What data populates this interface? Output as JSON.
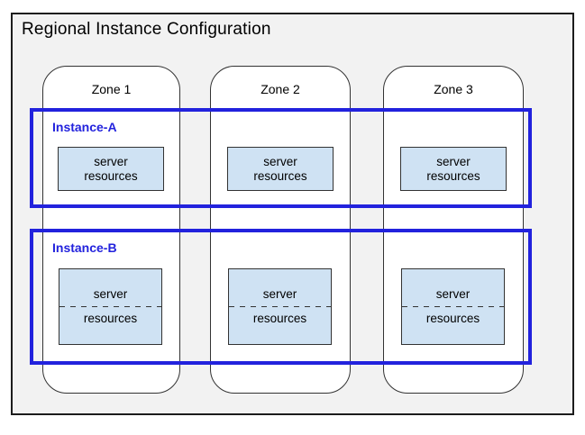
{
  "diagram": {
    "title": "Regional Instance Configuration",
    "zones": [
      {
        "label": "Zone 1"
      },
      {
        "label": "Zone 2"
      },
      {
        "label": "Zone 3"
      }
    ],
    "instances": [
      {
        "label": "Instance-A",
        "resource_boxes": [
          {
            "line1": "server",
            "line2": "resources",
            "divider": "none"
          },
          {
            "line1": "server",
            "line2": "resources",
            "divider": "none"
          },
          {
            "line1": "server",
            "line2": "resources",
            "divider": "none"
          }
        ]
      },
      {
        "label": "Instance-B",
        "resource_boxes": [
          {
            "line1": "server",
            "line2": "resources",
            "divider": "dashed"
          },
          {
            "line1": "server",
            "line2": "resources",
            "divider": "dashed"
          },
          {
            "line1": "server",
            "line2": "resources",
            "divider": "dashed"
          }
        ]
      }
    ],
    "colors": {
      "instance_border": "#2222dd",
      "instance_label_text": "#2222dd",
      "resource_box_fill": "#cfe2f3",
      "region_background": "#f2f2f2",
      "zone_background": "#ffffff",
      "outline": "#1c1c1c"
    }
  }
}
